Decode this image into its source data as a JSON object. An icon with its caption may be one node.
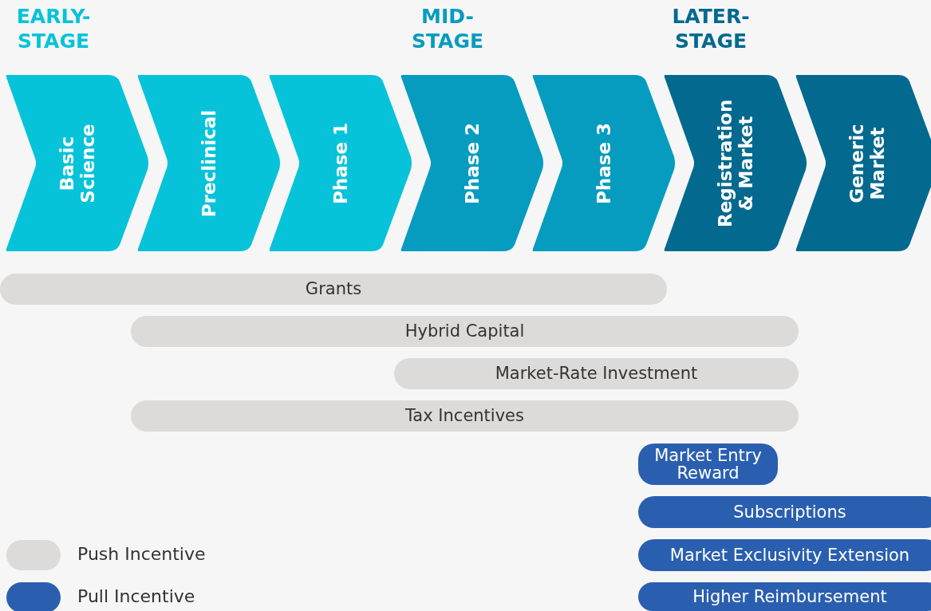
{
  "diagram": {
    "nodes": [
      {
        "text": [
          "Basic Science"
        ]
      },
      {
        "text": [
          "Preclinical"
        ]
      },
      {
        "text": [
          "Phase 1"
        ]
      },
      {
        "text": [
          "Phase 2"
        ]
      },
      {
        "text": [
          "Phase 3"
        ]
      },
      {
        "text": [
          "Registration & Market"
        ]
      },
      {
        "text": [
          "Generic Market"
        ]
      },
      {
        "text": [
          "Grants"
        ]
      },
      {
        "text": [
          "Hybrid Capital"
        ]
      },
      {
        "text": [
          "Market-Rate Investment"
        ]
      },
      {
        "text": [
          "Tax Incentives"
        ]
      },
      {
        "text": [
          "Market Entry Reward"
        ]
      },
      {
        "text": [
          "Subscriptions"
        ]
      },
      {
        "text": [
          "Market Exclusivity Extension"
        ]
      },
      {
        "text": [
          "Higher Reimbursement"
        ]
      }
    ],
    "labels": [
      "EARLY- STAGE",
      "MID- STAGE",
      "LATER- STAGE"
    ],
    "legend": [
      {
        "text": "Push Incentive",
        "color": "#dcdbda"
      },
      {
        "text": "Pull Incentive",
        "color": "#2a5fb0"
      }
    ]
  }
}
